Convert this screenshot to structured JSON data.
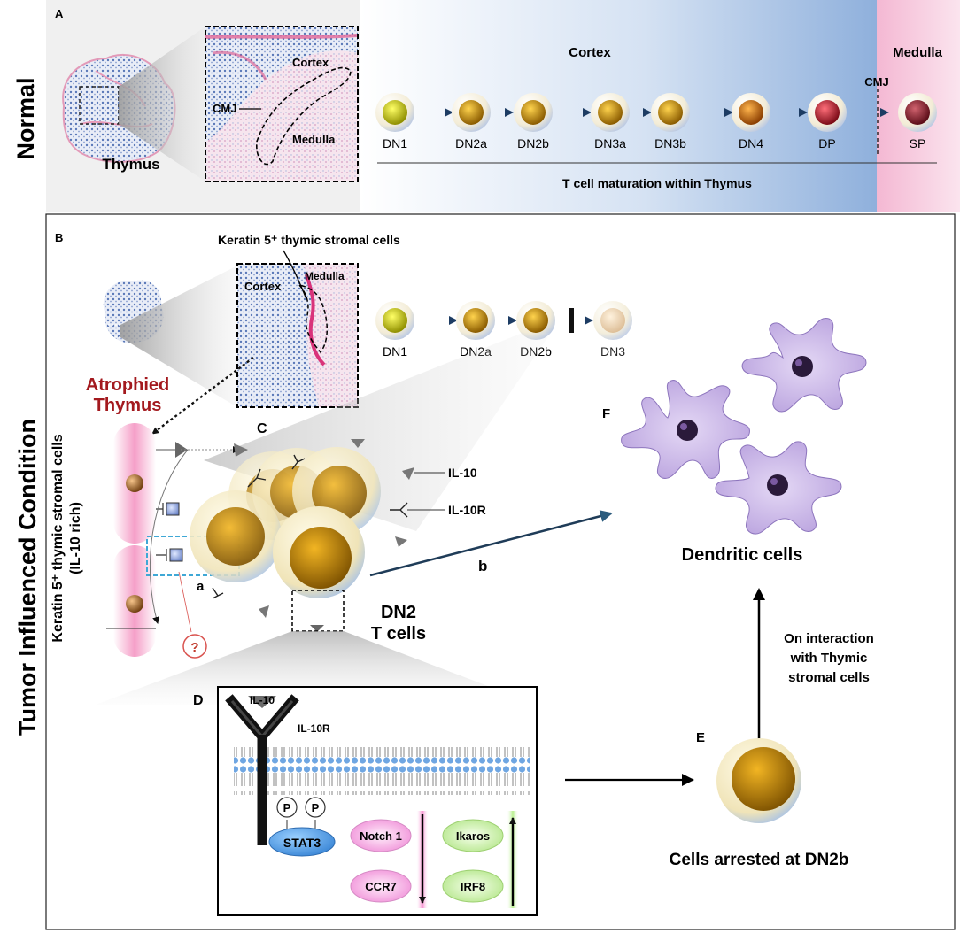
{
  "panel_a": {
    "letter": "A",
    "side_label": "Normal",
    "cortex_header": "Cortex",
    "medulla_header": "Medulla",
    "thymus_label": "Thymus",
    "inset_cortex": "Cortex",
    "inset_cmj": "CMJ",
    "inset_medulla": "Medulla",
    "cmj_label": "CMJ",
    "stages": [
      "DN1",
      "DN2a",
      "DN2b",
      "DN3a",
      "DN3b",
      "DN4",
      "DP",
      "SP"
    ],
    "maturation_caption": "T cell maturation within Thymus"
  },
  "panel_b": {
    "letter": "B",
    "side_label": "Tumor Influenced Condition",
    "stromal_callout": "Keratin 5⁺ thymic stromal cells",
    "inset_cortex": "Cortex",
    "inset_medulla": "Medulla",
    "atrophied_line1": "Atrophied",
    "atrophied_line2": "Thymus",
    "stages": [
      "DN1",
      "DN2a",
      "DN2b",
      "DN3"
    ],
    "vertical_label_line1": "Keratin 5⁺ thymic stromal cells",
    "vertical_label_line2": "(IL-10 rich)"
  },
  "panel_c": {
    "letter": "C",
    "il10_label": "IL-10",
    "il10r_label": "IL-10R",
    "sublabel_a": "a",
    "sublabel_b": "b",
    "question_mark": "?",
    "dn2_line1": "DN2",
    "dn2_line2": "T cells"
  },
  "panel_d": {
    "letter": "D",
    "il10_label": "IL-10",
    "il10r_label": "IL-10R",
    "phospho": "P",
    "stat3": "STAT3",
    "down_genes": [
      "Notch 1",
      "CCR7"
    ],
    "up_genes": [
      "Ikaros",
      "IRF8"
    ]
  },
  "panel_e": {
    "letter": "E",
    "caption": "Cells arrested at DN2b",
    "interaction_line1": "On interaction",
    "interaction_line2": "with Thymic",
    "interaction_line3": "stromal cells"
  },
  "panel_f": {
    "letter": "F",
    "caption": "Dendritic cells"
  },
  "colors": {
    "cortex_blue": "#8fb0dc",
    "medulla_pink": "#f7c6dc",
    "accent_red": "#a3191e",
    "cell_gold": "#c08a0b"
  }
}
